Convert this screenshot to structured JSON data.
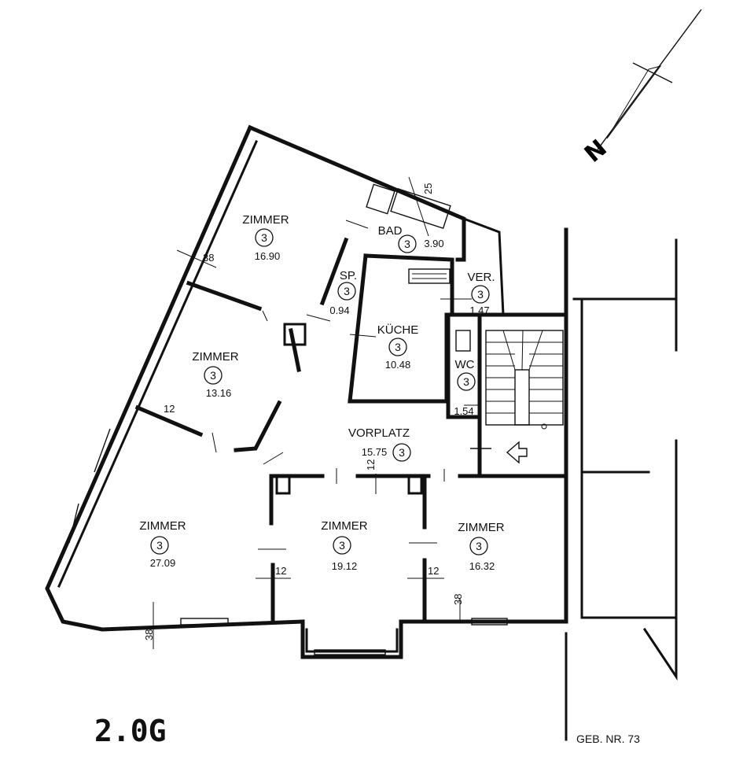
{
  "floor_label": "2.0G",
  "building_number": "GEB. NR.  73",
  "north_symbol": "N",
  "rooms": [
    {
      "name": "ZIMMER",
      "num": "3",
      "area": "16.90"
    },
    {
      "name": "BAD",
      "num": "3",
      "area": "3.90"
    },
    {
      "name": "SP.",
      "num": "3",
      "area": "0.94"
    },
    {
      "name": "VER.",
      "num": "3",
      "area": "1.47"
    },
    {
      "name": "KÜCHE",
      "num": "3",
      "area": "10.48"
    },
    {
      "name": "ZIMMER",
      "num": "3",
      "area": "13.16"
    },
    {
      "name": "WC",
      "num": "3",
      "area": "1.54"
    },
    {
      "name": "VORPLATZ",
      "num": "3",
      "area": "15.75"
    },
    {
      "name": "ZIMMER",
      "num": "3",
      "area": "27.09"
    },
    {
      "name": "ZIMMER",
      "num": "3",
      "area": "19.12"
    },
    {
      "name": "ZIMMER",
      "num": "3",
      "area": "16.32"
    }
  ],
  "dimensions": [
    "25",
    "38",
    "12",
    "12",
    "12",
    "12",
    "38",
    "38"
  ]
}
